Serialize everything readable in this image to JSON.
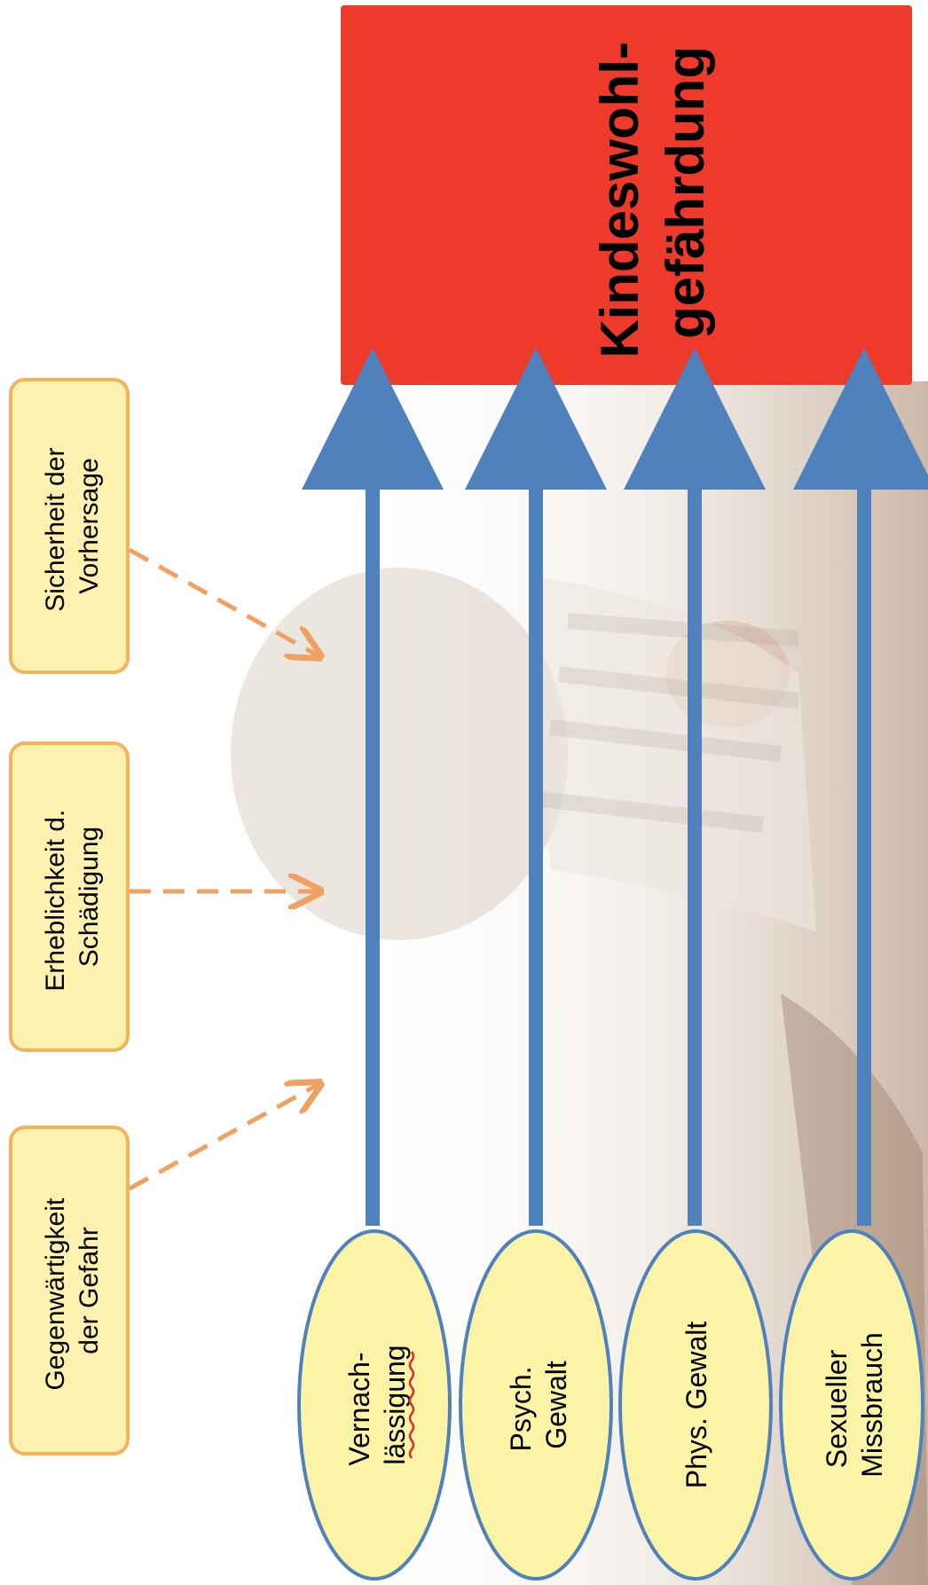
{
  "target_box": {
    "lines": [
      "Kindeswohl-",
      "gefährdung"
    ],
    "color": "#ee3a2b"
  },
  "criteria": [
    {
      "lines": [
        "Gegenwärtigkeit",
        "der Gefahr"
      ]
    },
    {
      "lines": [
        "Erheblichkeit d.",
        "Schädigung"
      ]
    },
    {
      "lines": [
        "Sicherheit der",
        "Vorhersage"
      ]
    }
  ],
  "forms": [
    {
      "lines": [
        "Vernach-",
        "lässigung"
      ]
    },
    {
      "lines": [
        "Psych.",
        "Gewalt"
      ]
    },
    {
      "lines": [
        "Phys. Gewalt"
      ]
    },
    {
      "lines": [
        "Sexueller",
        "Missbrauch"
      ]
    }
  ],
  "colors": {
    "arrow": "#4f81bd",
    "dashed_arrow": "#f0a060",
    "criteria_fill": "#fdf1b0",
    "criteria_border": "#f2b35a",
    "ellipse_fill": "#fbf4a6",
    "ellipse_border": "#4f81bd",
    "spellcheck_underline": "#d93025"
  }
}
